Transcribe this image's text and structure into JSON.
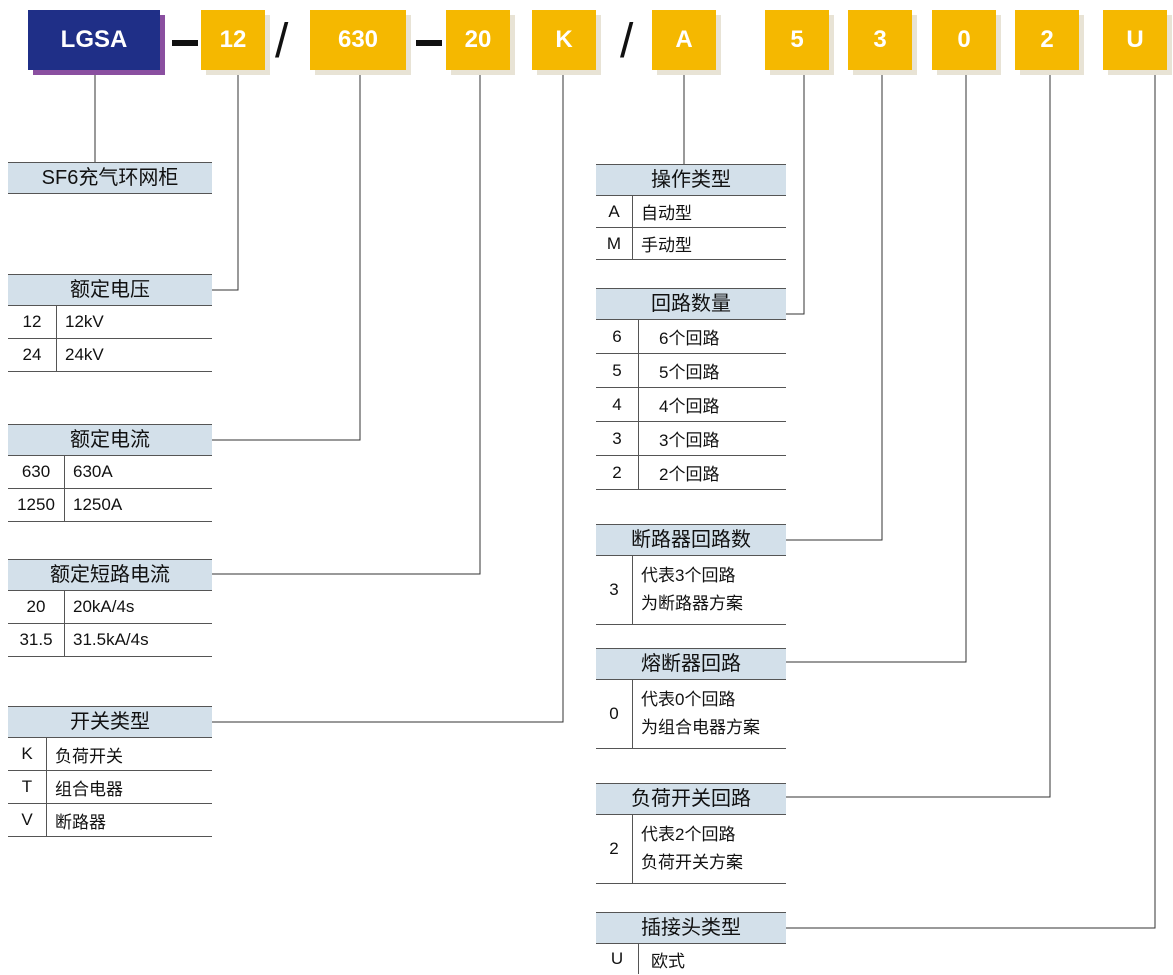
{
  "model_boxes": [
    {
      "id": "LGSA",
      "label": "LGSA"
    },
    {
      "id": "12",
      "label": "12"
    },
    {
      "id": "630",
      "label": "630"
    },
    {
      "id": "20",
      "label": "20"
    },
    {
      "id": "K",
      "label": "K"
    },
    {
      "id": "A",
      "label": "A"
    },
    {
      "id": "5",
      "label": "5"
    },
    {
      "id": "3",
      "label": "3"
    },
    {
      "id": "0",
      "label": "0"
    },
    {
      "id": "2",
      "label": "2"
    },
    {
      "id": "U",
      "label": "U"
    }
  ],
  "panels": {
    "product": {
      "title": "SF6充气环网柜",
      "rows": []
    },
    "voltage": {
      "title": "额定电压",
      "rows": [
        {
          "code": "12",
          "desc": [
            "12kV"
          ]
        },
        {
          "code": "24",
          "desc": [
            "24kV"
          ]
        }
      ]
    },
    "current": {
      "title": "额定电流",
      "rows": [
        {
          "code": "630",
          "desc": [
            "630A"
          ]
        },
        {
          "code": "1250",
          "desc": [
            "1250A"
          ]
        }
      ]
    },
    "short": {
      "title": "额定短路电流",
      "rows": [
        {
          "code": "20",
          "desc": [
            "20kA/4s"
          ]
        },
        {
          "code": "31.5",
          "desc": [
            "31.5kA/4s"
          ]
        }
      ]
    },
    "switch": {
      "title": "开关类型",
      "rows": [
        {
          "code": "K",
          "desc": [
            "负荷开关"
          ]
        },
        {
          "code": "T",
          "desc": [
            "组合电器"
          ]
        },
        {
          "code": "V",
          "desc": [
            "断路器"
          ]
        }
      ]
    },
    "operation": {
      "title": "操作类型",
      "rows": [
        {
          "code": "A",
          "desc": [
            "自动型"
          ]
        },
        {
          "code": "M",
          "desc": [
            "手动型"
          ]
        }
      ]
    },
    "loops": {
      "title": "回路数量",
      "rows": [
        {
          "code": "6",
          "desc": [
            "6个回路"
          ]
        },
        {
          "code": "5",
          "desc": [
            "5个回路"
          ]
        },
        {
          "code": "4",
          "desc": [
            "4个回路"
          ]
        },
        {
          "code": "3",
          "desc": [
            "3个回路"
          ]
        },
        {
          "code": "2",
          "desc": [
            "2个回路"
          ]
        }
      ]
    },
    "breaker": {
      "title": "断路器回路数",
      "rows": [
        {
          "code": "3",
          "desc": [
            "代表3个回路",
            "为断路器方案"
          ]
        }
      ]
    },
    "fuse": {
      "title": "熔断器回路",
      "rows": [
        {
          "code": "0",
          "desc": [
            "代表0个回路",
            "为组合电器方案"
          ]
        }
      ]
    },
    "load": {
      "title": "负荷开关回路",
      "rows": [
        {
          "code": "2",
          "desc": [
            "代表2个回路",
            "负荷开关方案"
          ]
        }
      ]
    },
    "plug": {
      "title": "插接头类型",
      "rows": [
        {
          "code": "U",
          "desc": [
            "欧式"
          ]
        }
      ]
    }
  }
}
